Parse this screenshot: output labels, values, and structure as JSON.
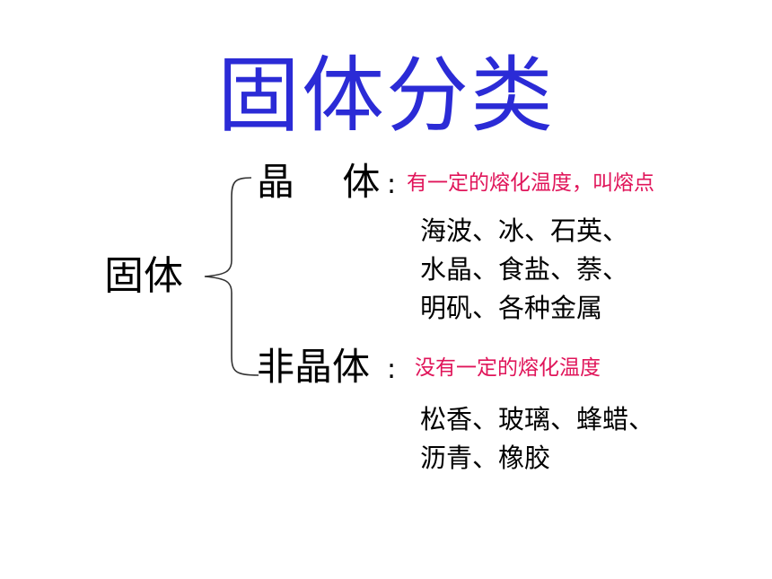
{
  "title": "固体分类",
  "root": {
    "label": "固体"
  },
  "branches": [
    {
      "label": "晶    体",
      "colon": ":",
      "description": "有一定的熔化温度，叫熔点",
      "examples": [
        "海波、冰、石英、",
        "水晶、食盐、萘、",
        "明矾、各种金属"
      ]
    },
    {
      "label": "非晶体",
      "colon": ":",
      "description": "没有一定的熔化温度",
      "examples": [
        "松香、玻璃、蜂蜡、",
        "沥青、橡胶"
      ]
    }
  ],
  "colors": {
    "title": "#2b2bd6",
    "description": "#e0155a",
    "body_text": "#000000",
    "brace": "#333333"
  }
}
